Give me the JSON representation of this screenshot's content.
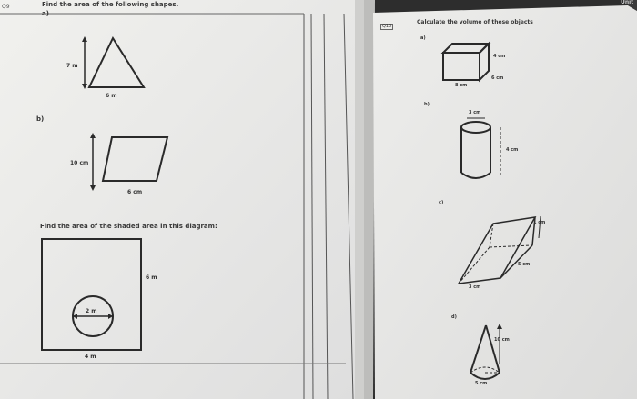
{
  "left_page": {
    "header": "Find the area of the following shapes.",
    "part_a": "a)",
    "part_b": "b)",
    "triangle": {
      "height_label": "7 m",
      "base_label": "6 m"
    },
    "parallelogram": {
      "height_label": "10 cm",
      "base_label": "6 cm"
    },
    "shaded_question": "Find the area of the shaded area in this diagram:",
    "shaded_diagram": {
      "side_label": "6 m",
      "bottom_label": "4 m",
      "diameter_label": "2 m"
    },
    "corner_mark": "Q9"
  },
  "right_page": {
    "question_number": "Q10",
    "header": "Calculate the volume of these objects",
    "part_a": "a)",
    "part_b": "b)",
    "part_c": "c)",
    "part_d": "d)",
    "cuboid": {
      "length_label": "8 cm",
      "width_label": "6 cm",
      "height_label": "4 cm"
    },
    "cylinder": {
      "top_label": "3 cm",
      "height_label": "4 cm"
    },
    "prism": {
      "length_label": "1 cm",
      "side_label": "5 cm",
      "bottom_label": "3 cm"
    },
    "cone": {
      "height_label": "10 cm",
      "base_label": "5 cm"
    },
    "corner_text": "Unit"
  },
  "colors": {
    "paper": "#e9e9e6",
    "ink": "#2a2a2a",
    "shadow": "#3a3a3a"
  }
}
